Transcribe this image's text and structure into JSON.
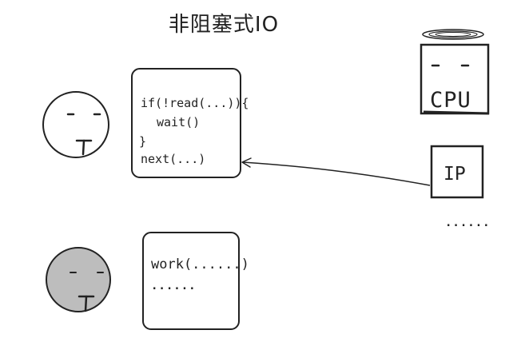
{
  "title": "非阻塞式IO",
  "thread_active": {
    "code_lines": [
      "if(!read(...)){",
      "wait()",
      "}",
      "next(...)"
    ]
  },
  "thread_idle": {
    "code_lines": [
      "work(......)",
      "......"
    ]
  },
  "cpu": {
    "label": "CPU"
  },
  "ip": {
    "label": "IP",
    "more": "......"
  },
  "colors": {
    "ink": "#222222",
    "idle_face_fill": "#bdbdbd",
    "background": "#ffffff"
  }
}
